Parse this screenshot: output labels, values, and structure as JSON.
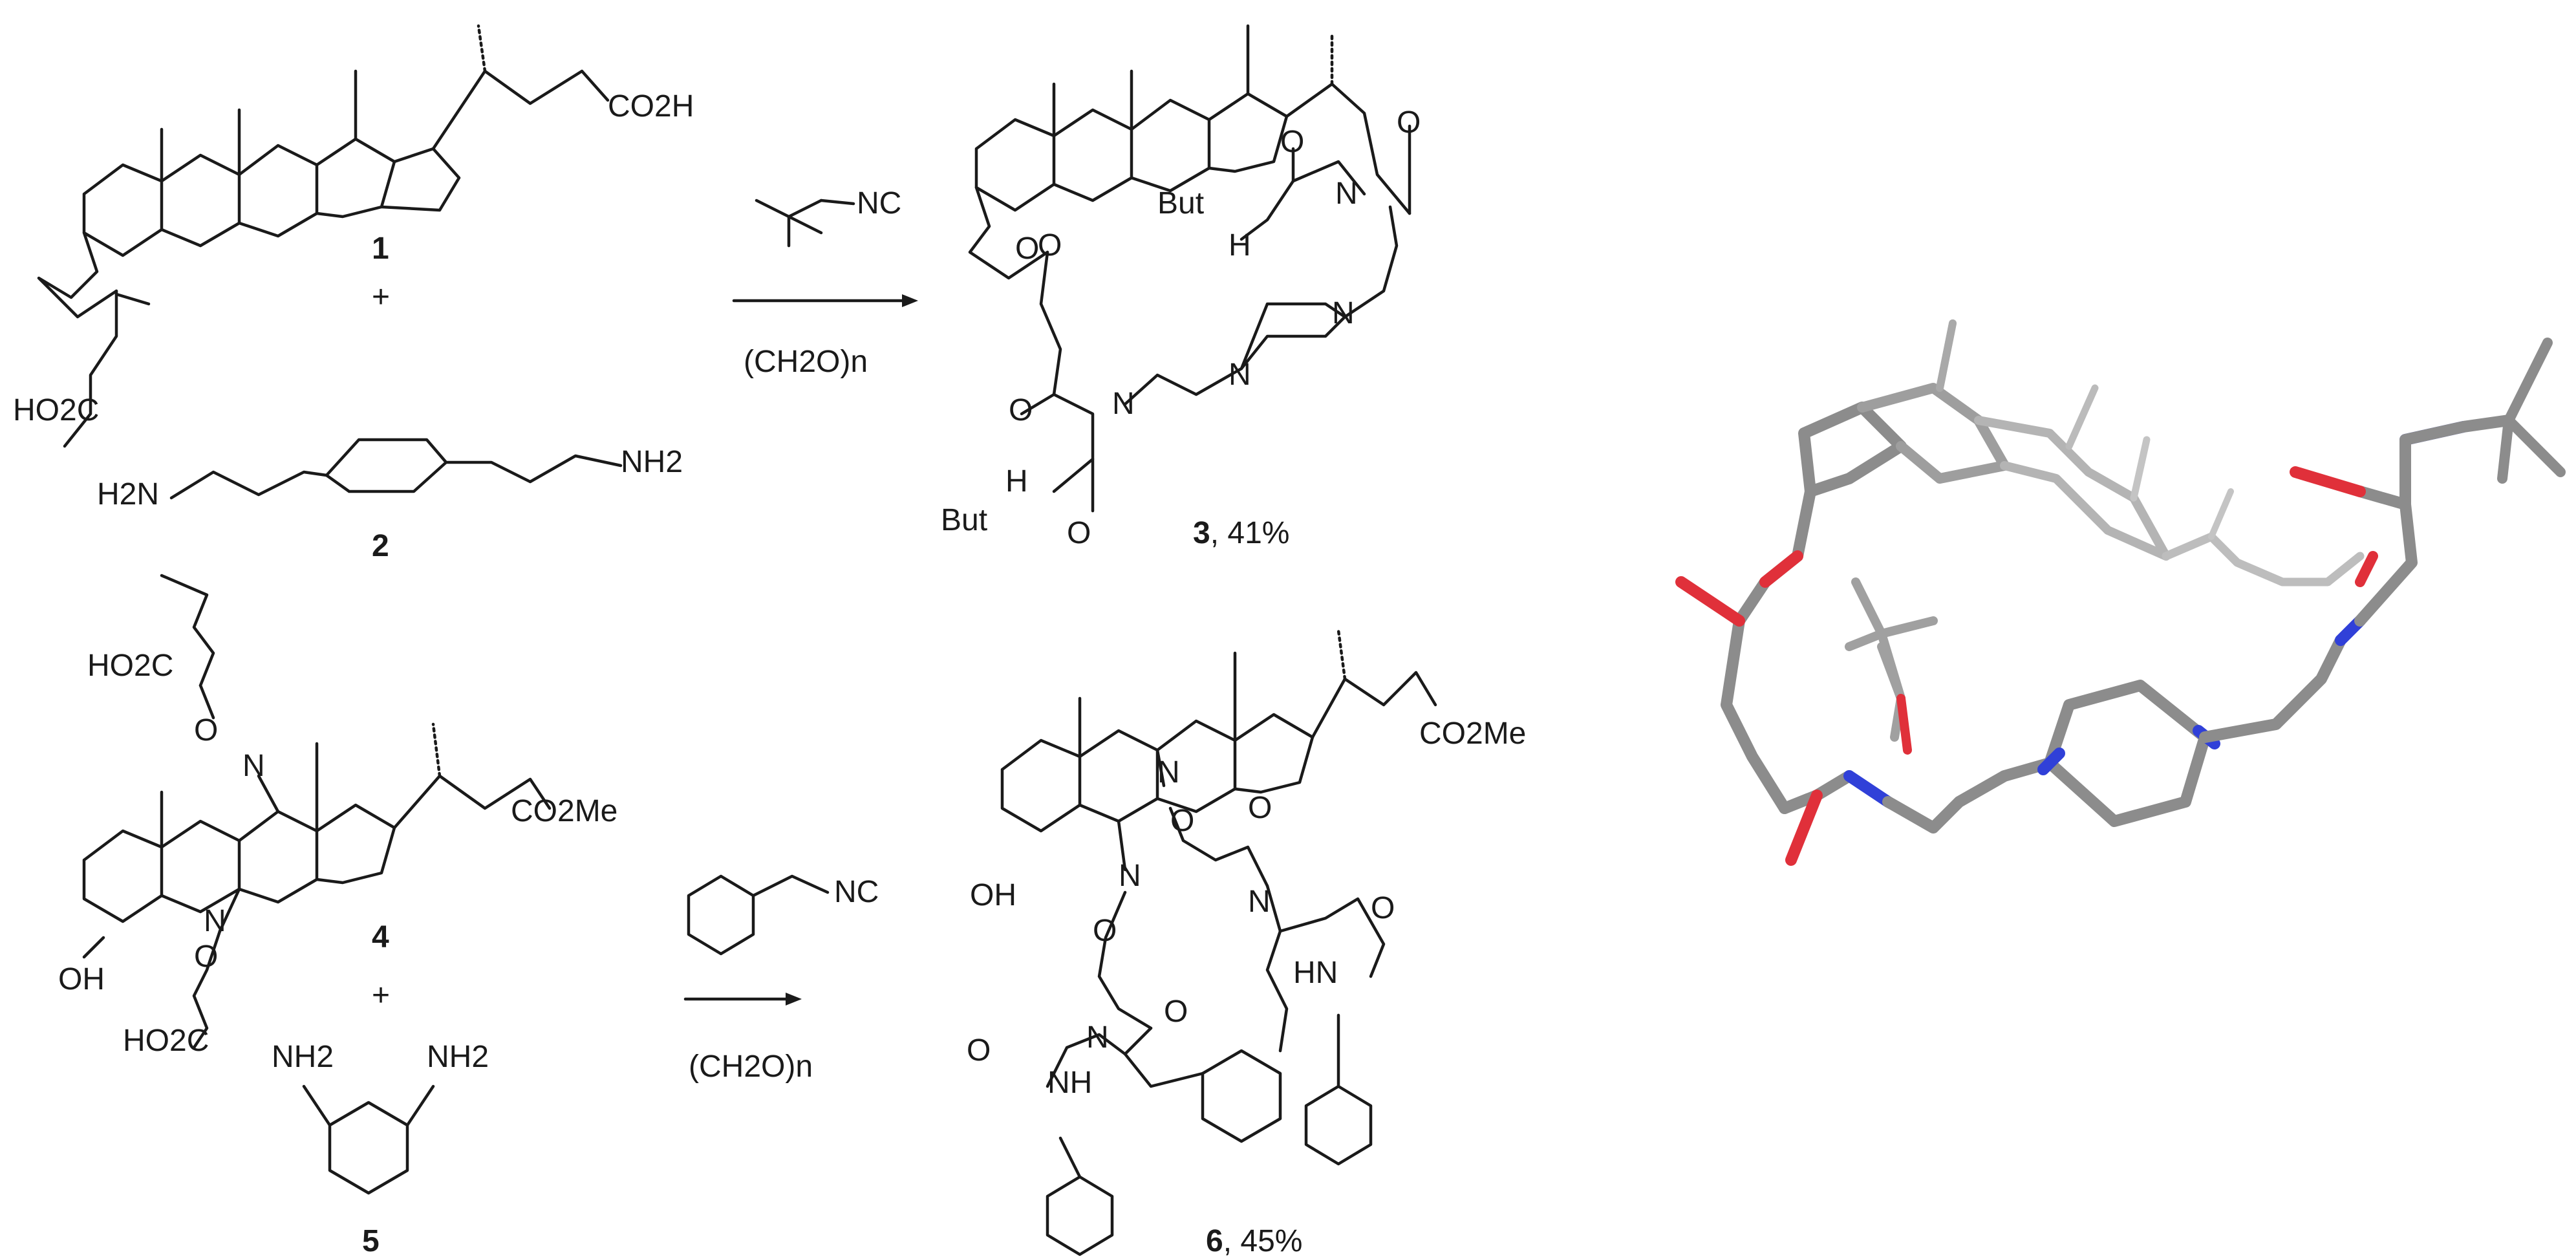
{
  "scheme": {
    "compound1": {
      "number": "1",
      "acid_top": "CO2H",
      "acid_bottom": "HO2C"
    },
    "plus_top": "+",
    "compound2": {
      "number": "2",
      "amine_left": "H2N",
      "amine_right": "NH2"
    },
    "reagent_top": {
      "isocyanide": "NC",
      "formaldehyde": "(CH2O)n"
    },
    "compound3": {
      "number": "3",
      "yield": ", 41%",
      "tbu_upper": "But",
      "tbu_lower": "But"
    },
    "compound4": {
      "number": "4",
      "acid_top": "HO2C",
      "acid_bottom": "HO2C",
      "ester": "CO2Me",
      "hydroxyl": "OH"
    },
    "plus_bottom": "+",
    "compound5": {
      "number": "5",
      "amine_left": "NH2",
      "amine_right": "NH2"
    },
    "reagent_bottom": {
      "isocyanide": "NC",
      "formaldehyde": "(CH2O)n"
    },
    "compound6": {
      "number": "6",
      "yield": ", 45%",
      "ester": "CO2Me",
      "hydroxyl": "OH"
    }
  },
  "model_3d": {
    "colors": {
      "carbon": "#8c8c8c",
      "oxygen": "#e0303a",
      "nitrogen": "#3040d8"
    }
  }
}
